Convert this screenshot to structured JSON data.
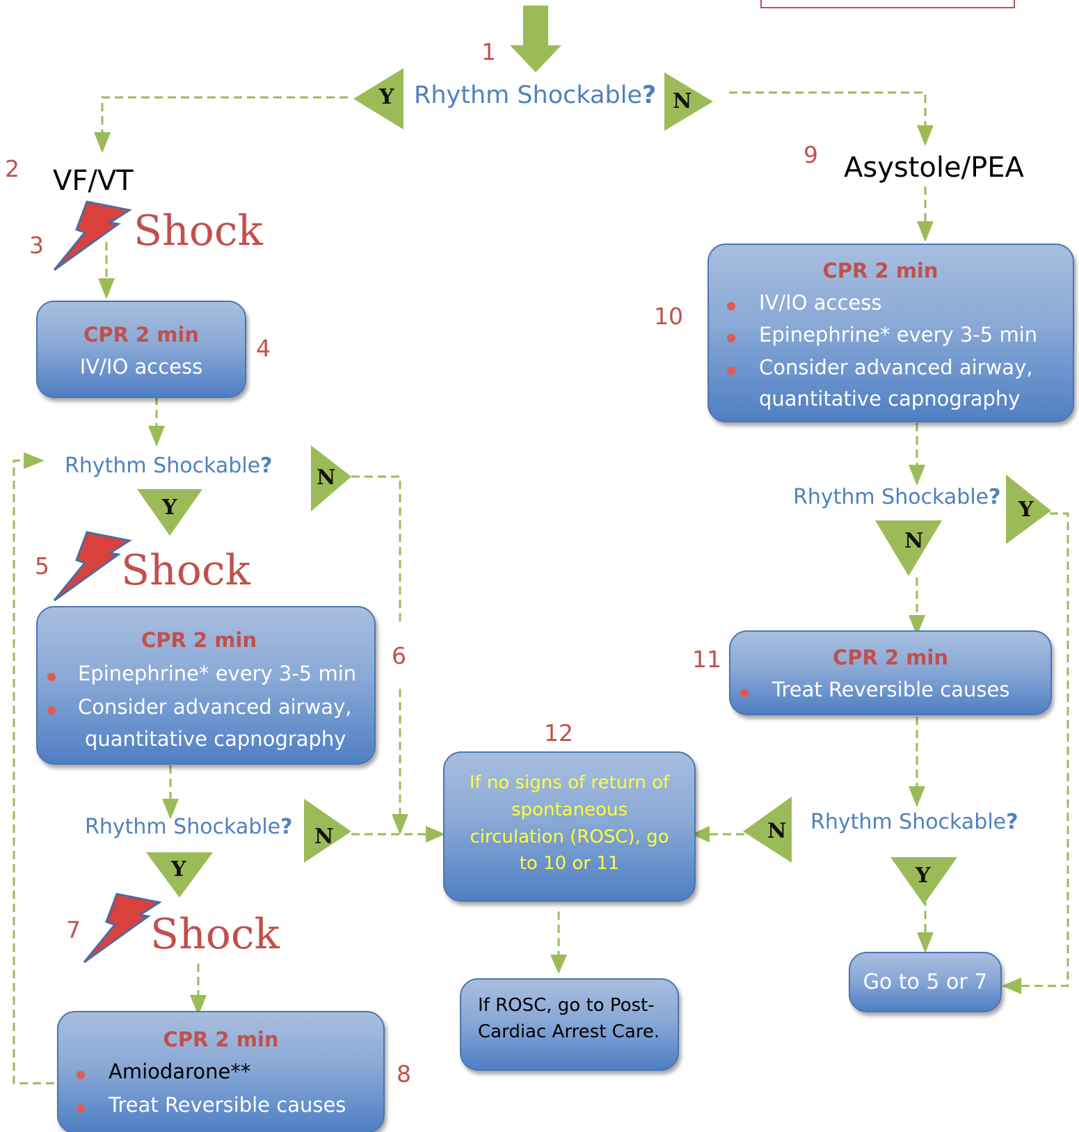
{
  "diagram": {
    "step_numbers": [
      "1",
      "2",
      "3",
      "4",
      "5",
      "6",
      "7",
      "8",
      "9",
      "10",
      "11",
      "12"
    ],
    "question": {
      "text": "Rhythm Shockable",
      "mark": "?"
    },
    "yes": "Y",
    "no": "N",
    "shock": "Shock",
    "vf_vt": "VF/VT",
    "asystole_pea": "Asystole/PEA",
    "box4": {
      "title": "CPR 2 min",
      "lines": [
        "IV/IO access"
      ]
    },
    "box10": {
      "title": "CPR 2 min",
      "lines": [
        "IV/IO access",
        "Epinephrine* every 3-5 min",
        "Consider advanced airway,",
        "quantitative capnography"
      ]
    },
    "box_5": {
      "title": "CPR 2 min",
      "lines": [
        "Epinephrine* every 3-5 min",
        "Consider advanced airway,",
        "quantitative capnography"
      ]
    },
    "box8": {
      "title": "CPR 2 min",
      "lines": [
        "Amiodarone**",
        "Treat Reversible causes"
      ]
    },
    "box11": {
      "title": "CPR 2 min",
      "lines": [
        "Treat Reversible causes"
      ]
    },
    "box12": {
      "lines": [
        "If no signs of return of",
        "spontaneous",
        "circulation (ROSC), go",
        "to 10 or 11"
      ]
    },
    "rosc": {
      "lines": [
        "If ROSC, go to Post-",
        "Cardiac Arrest Care."
      ]
    },
    "goto": {
      "text": "Go to 5 or 7"
    },
    "colors": {
      "arrow_green": "#9bbb59",
      "number_red": "#c0504d",
      "question_blue": "#4f81bd",
      "box_blue": "#4f81bd",
      "yellow_text": "#ffff33"
    }
  }
}
